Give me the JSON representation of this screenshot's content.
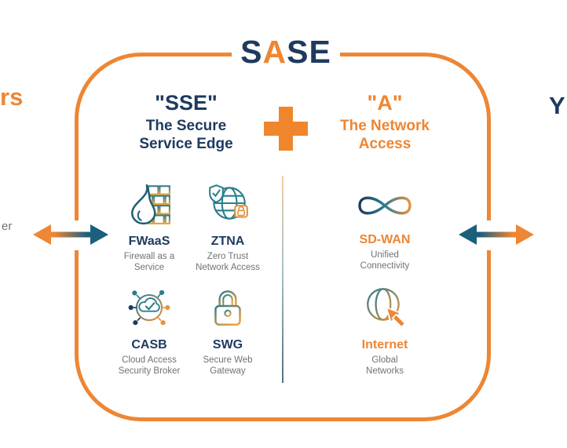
{
  "title": {
    "s_start": "S",
    "a_mid": "A",
    "s_end": "SE"
  },
  "colors": {
    "orange": "#EE8633",
    "navy": "#1E3A5F",
    "teal": "#2A7E8E",
    "dark_teal_arrow": "#1B5F7D",
    "gray_text": "#6F7276"
  },
  "sse": {
    "heading": "\"SSE\"",
    "subheading": "The Secure\nService Edge",
    "items": [
      {
        "label": "FWaaS",
        "desc": "Firewall as a\nService",
        "icon": "firewall-flame-icon"
      },
      {
        "label": "ZTNA",
        "desc": "Zero Trust\nNetwork Access",
        "icon": "globe-shield-lock-icon"
      },
      {
        "label": "CASB",
        "desc": "Cloud Access\nSecurity Broker",
        "icon": "cloud-check-network-icon"
      },
      {
        "label": "SWG",
        "desc": "Secure Web\nGateway",
        "icon": "padlock-icon"
      }
    ]
  },
  "access": {
    "heading": "\"A\"",
    "subheading": "The Network\nAccess",
    "items": [
      {
        "label": "SD-WAN",
        "desc": "Unified\nConnectivity",
        "icon": "infinity-icon"
      },
      {
        "label": "Internet",
        "desc": "Global\nNetworks",
        "icon": "globe-cursor-icon"
      }
    ]
  },
  "edge_text": {
    "left_top": "rs",
    "left_middle": "er",
    "right_top": "Y"
  }
}
